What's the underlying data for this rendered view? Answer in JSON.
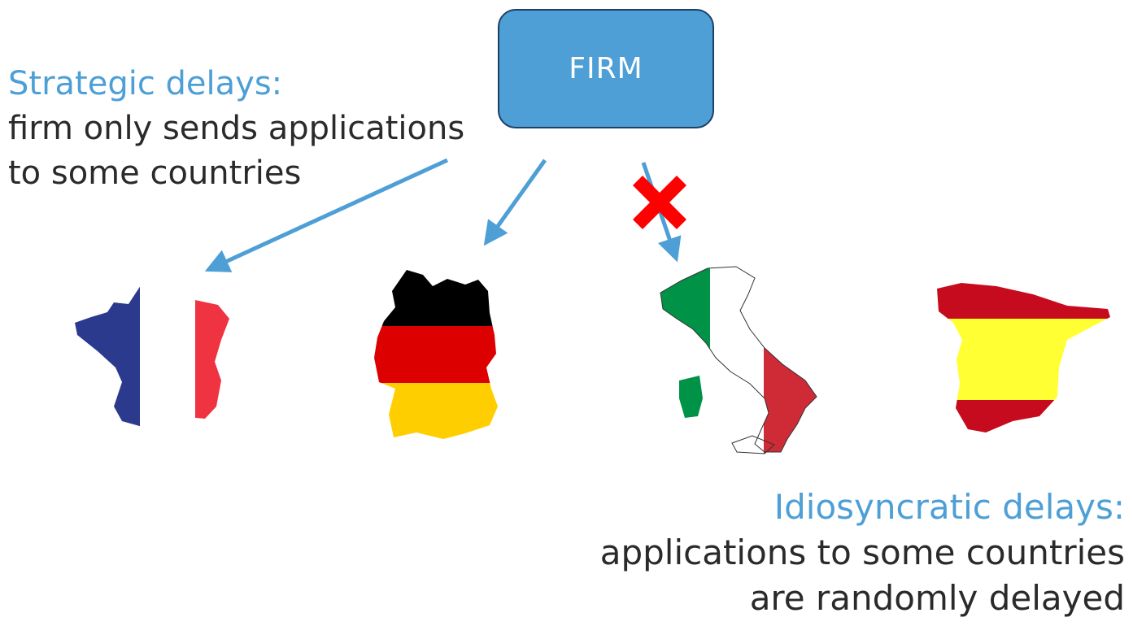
{
  "firm": {
    "label": "FIRM"
  },
  "strategic": {
    "heading": "Strategic delays:",
    "line1": "firm only sends applications",
    "line2": "to some countries"
  },
  "idiosyncratic": {
    "heading": "Idiosyncratic delays:",
    "line1": "applications to some countries",
    "line2": "are randomly delayed"
  },
  "colors": {
    "accent": "#4d9fd6",
    "box_border": "#1c3f66",
    "cross": "#ff0000",
    "text": "#2a2a2a"
  },
  "countries": [
    {
      "name": "France",
      "flag_colors": [
        "#2b3a8c",
        "#ffffff",
        "#ef3340"
      ],
      "status": "receives application"
    },
    {
      "name": "Germany",
      "flag_colors": [
        "#000000",
        "#dd0000",
        "#ffce00"
      ],
      "status": "receives application"
    },
    {
      "name": "Italy",
      "flag_colors": [
        "#009246",
        "#ffffff",
        "#ce2b37"
      ],
      "status": "delayed"
    },
    {
      "name": "Spain",
      "flag_colors": [
        "#c60b1e",
        "#ffff33",
        "#c60b1e"
      ],
      "status": "no arrow"
    }
  ]
}
